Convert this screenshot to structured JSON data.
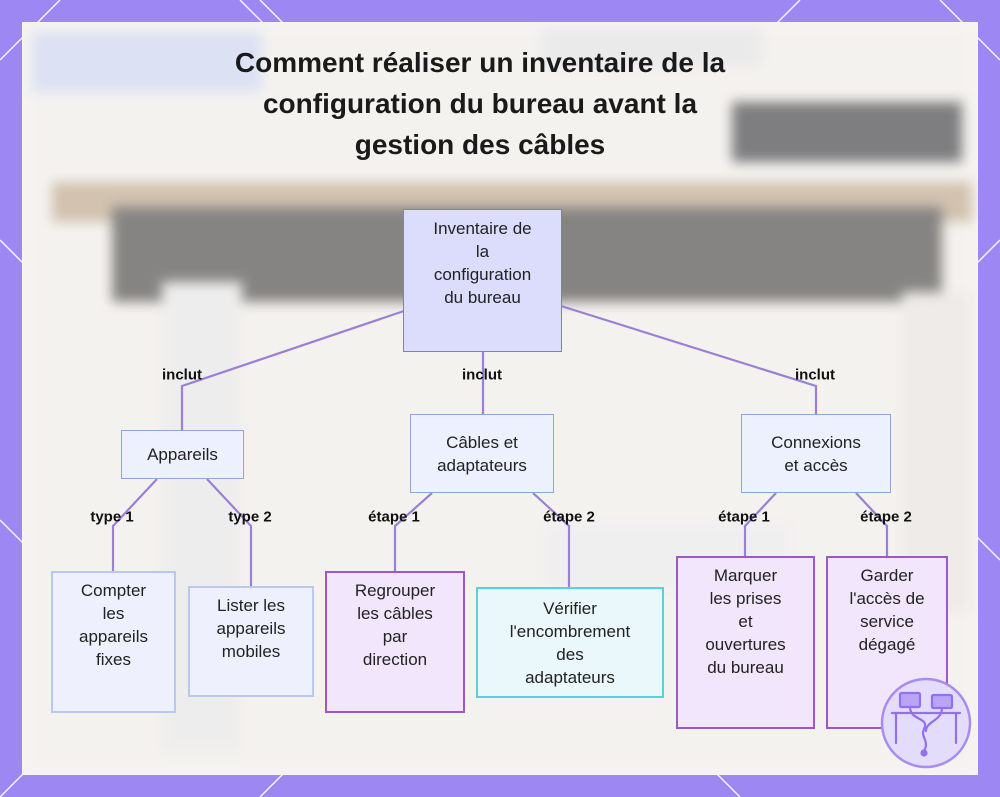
{
  "title": {
    "lines": [
      "Comment réaliser un inventaire de la",
      "configuration du bureau avant la",
      "gestion des câbles"
    ]
  },
  "nodes": {
    "root": [
      "Inventaire de",
      "la",
      "configuration",
      "du bureau"
    ],
    "appareils": [
      "Appareils"
    ],
    "cables": [
      "Câbles et",
      "adaptateurs"
    ],
    "connexions": [
      "Connexions",
      "et accès"
    ],
    "fixes": [
      "Compter",
      "les",
      "appareils",
      "fixes"
    ],
    "mobiles": [
      "Lister les",
      "appareils",
      "mobiles"
    ],
    "regrouper": [
      "Regrouper",
      "les câbles",
      "par",
      "direction"
    ],
    "verifier": [
      "Vérifier",
      "l'encombrement",
      "des",
      "adaptateurs"
    ],
    "marquer": [
      "Marquer",
      "les prises",
      "et",
      "ouvertures",
      "du bureau"
    ],
    "garder": [
      "Garder",
      "l'accès de",
      "service",
      "dégagé"
    ]
  },
  "edges": {
    "inclut_left": "inclut",
    "inclut_mid": "inclut",
    "inclut_right": "inclut",
    "type1": "type 1",
    "type2": "type 2",
    "etape1_cables": "étape 1",
    "etape2_cables": "étape 2",
    "etape1_conn": "étape 1",
    "etape2_conn": "étape 2"
  },
  "colors": {
    "background": "#9d87f2",
    "edge": "#9b7fd6",
    "root_fill": "#dcdcfd",
    "leaf_purple_border": "#9a58c8",
    "leaf_cyan_border": "#59d0e0"
  }
}
